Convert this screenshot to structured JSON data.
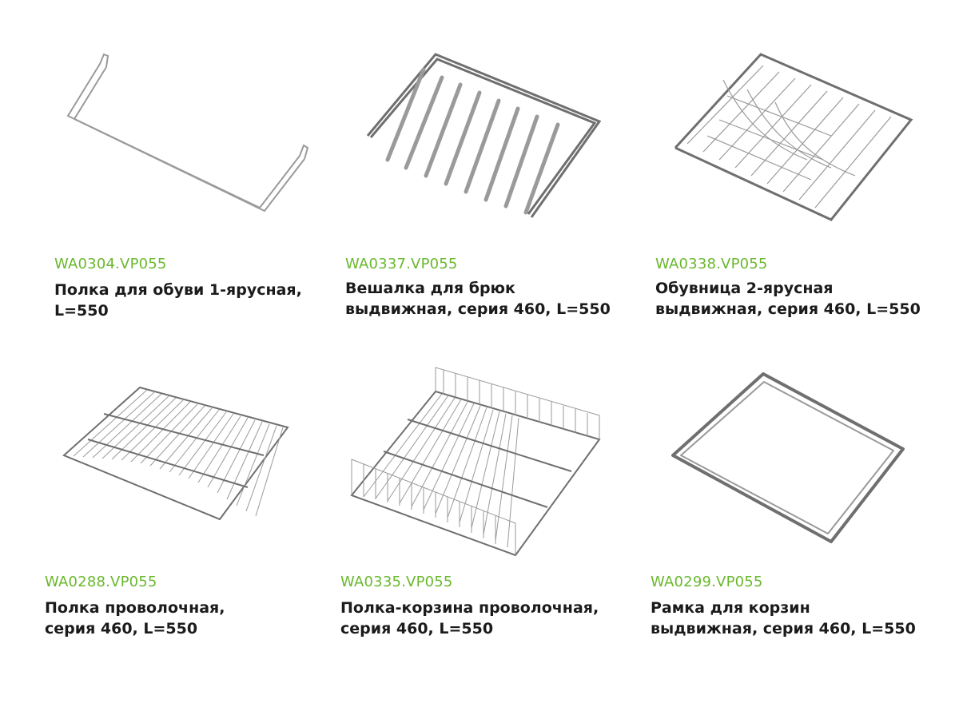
{
  "products": [
    {
      "code": "WA0304.VP055",
      "title_lines": [
        "Полка для обуви 1-ярусная,",
        "L=550"
      ],
      "icon": "shoe-shelf-1-tier-icon"
    },
    {
      "code": "WA0337.VP055",
      "title_lines": [
        "Вешалка для брюк",
        "выдвижная, серия 460, L=550"
      ],
      "icon": "trouser-rack-icon"
    },
    {
      "code": "WA0338.VP055",
      "title_lines": [
        "Обувница 2-ярусная",
        "выдвижная, серия 460, L=550"
      ],
      "icon": "shoe-rack-2-tier-icon"
    },
    {
      "code": "WA0288.VP055",
      "title_lines": [
        "Полка проволочная,",
        "серия 460, L=550"
      ],
      "icon": "wire-shelf-icon"
    },
    {
      "code": "WA0335.VP055",
      "title_lines": [
        "Полка-корзина проволочная,",
        "серия 460, L=550"
      ],
      "icon": "wire-basket-shelf-icon"
    },
    {
      "code": "WA0299.VP055",
      "title_lines": [
        "Рамка для корзин",
        "выдвижная, серия 460, L=550"
      ],
      "icon": "basket-frame-icon"
    }
  ],
  "colors": {
    "code": "#6ab82e",
    "title": "#1b1b1b",
    "wire": "#9a9a9a"
  }
}
